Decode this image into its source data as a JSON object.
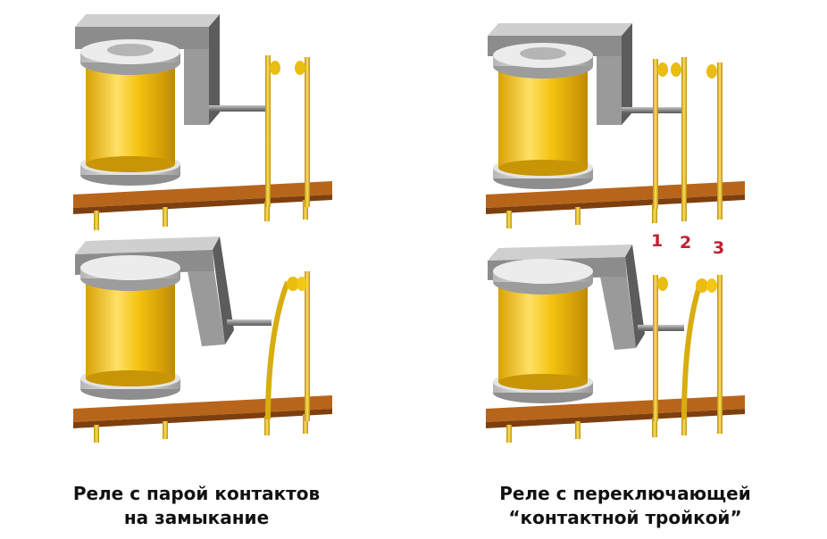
{
  "diagram": {
    "caption_left": [
      "Реле с парой контактов",
      "на замыкание"
    ],
    "caption_right": [
      "Реле с переключающей",
      "“контактной тройкой”"
    ],
    "contact_numbers": [
      "1",
      "2",
      "3"
    ],
    "colors": {
      "coil": "#f2be0c",
      "coil_highlight": "#ffe66a",
      "coil_shade": "#c79505",
      "board": "#b8651c",
      "board_dark": "#8a4510",
      "armature": "#8c8c8c",
      "armature_light": "#cfcfcf",
      "armature_dark": "#5c5c5c",
      "pin": "#e0b612",
      "numbers": "#c02030"
    },
    "states": [
      "open",
      "closed"
    ]
  }
}
